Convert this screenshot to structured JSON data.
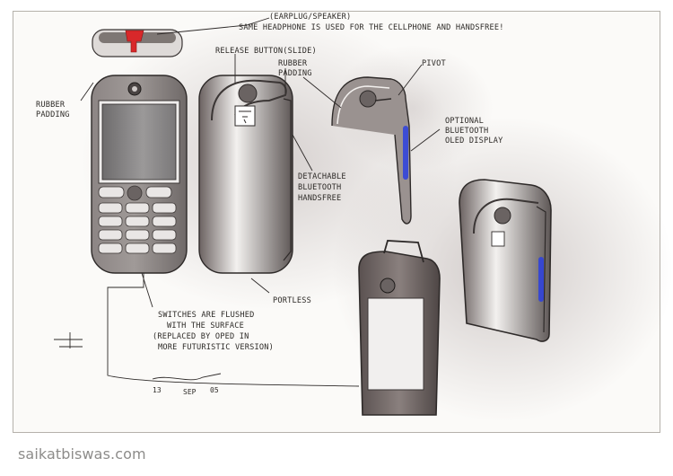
{
  "annotations": {
    "earplug_title": "(EARPLUG/SPEAKER)",
    "earplug_desc": "SAME HEADPHONE IS USED FOR THE CELLPHONE AND HANDSFREE!",
    "release_button": "RELEASE BUTTON(SLIDE)",
    "rubber_padding_top_line1": "RUBBER",
    "rubber_padding_top_line2": "PADDING",
    "pivot": "PIVOT",
    "rubber_padding_left_line1": "RUBBER",
    "rubber_padding_left_line2": "PADDING",
    "oled_line1": "OPTIONAL",
    "oled_line2": "BLUETOOTH",
    "oled_line3": "OLED DISPLAY",
    "detachable_line1": "DETACHABLE",
    "detachable_line2": "BLUETOOTH",
    "detachable_line3": "HANDSFREE",
    "portless": "PORTLESS",
    "switches_line1": "SWITCHES ARE FLUSHED",
    "switches_line2": "WITH THE SURFACE",
    "switches_line3": "(REPLACED BY OPED IN",
    "switches_line4": "MORE FUTURISTIC VERSION)"
  },
  "signature_date": {
    "day": "13",
    "month": "SEP",
    "year": "05"
  },
  "footer": {
    "credit": "saikatbiswas.com"
  },
  "colors": {
    "accent_red": "#d8282a",
    "oled_blue": "#2c3fe0",
    "body_gray": "#7b7573",
    "screen_gray": "#8c8a8a"
  }
}
